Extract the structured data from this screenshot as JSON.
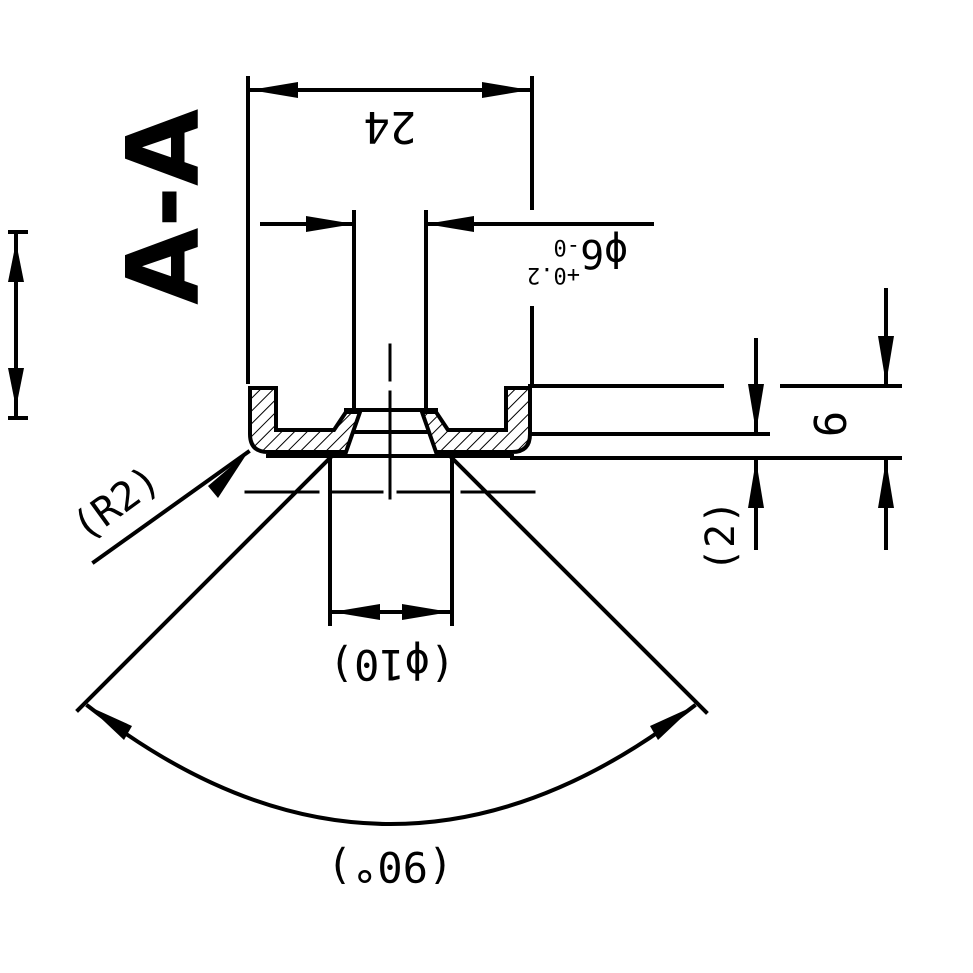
{
  "section": {
    "label": "A-A"
  },
  "dimensions": {
    "width_24": "24",
    "bore_main": "ϕ6",
    "bore_tol_upper": "+0.2",
    "bore_tol_lower": "-0",
    "height_6": "6",
    "thickness_2": "(2)",
    "radius_r2": "(R2)",
    "diameter_10": "(ϕ10)",
    "angle_90": "(90°)"
  }
}
